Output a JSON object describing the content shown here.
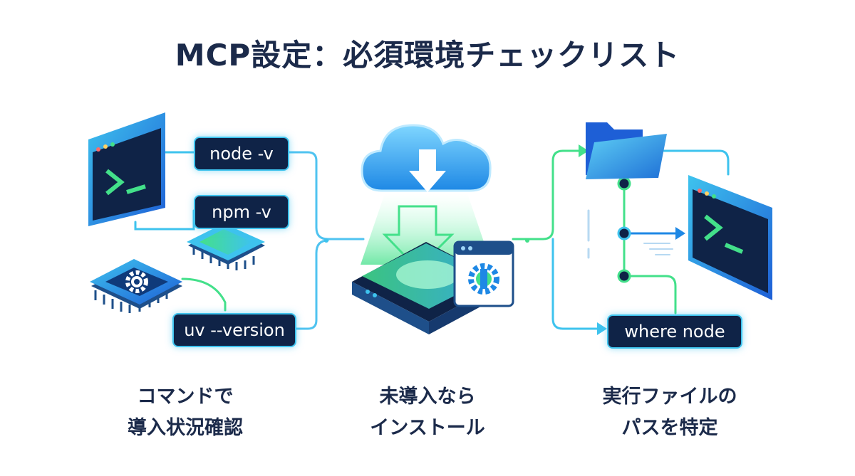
{
  "title": "MCP設定：必須環境チェックリスト",
  "commands": {
    "node": "node -v",
    "npm": "npm -v",
    "uv": "uv --version",
    "where": "where node"
  },
  "captions": {
    "check": [
      "コマンドで",
      "導入状況確認"
    ],
    "install": [
      "未導入なら",
      "インストール"
    ],
    "path": [
      "実行ファイルの",
      "パスを特定"
    ]
  },
  "icons": [
    "terminal-icon",
    "chip-icon",
    "gear-icon",
    "cloud-download-icon",
    "server-icon",
    "folder-icon",
    "terminal-icon"
  ],
  "colors": {
    "navy": "#0f2347",
    "blue": "#1e88e5",
    "cyan": "#3ec3ee",
    "green": "#43e08a",
    "title": "#1b2a4a"
  }
}
